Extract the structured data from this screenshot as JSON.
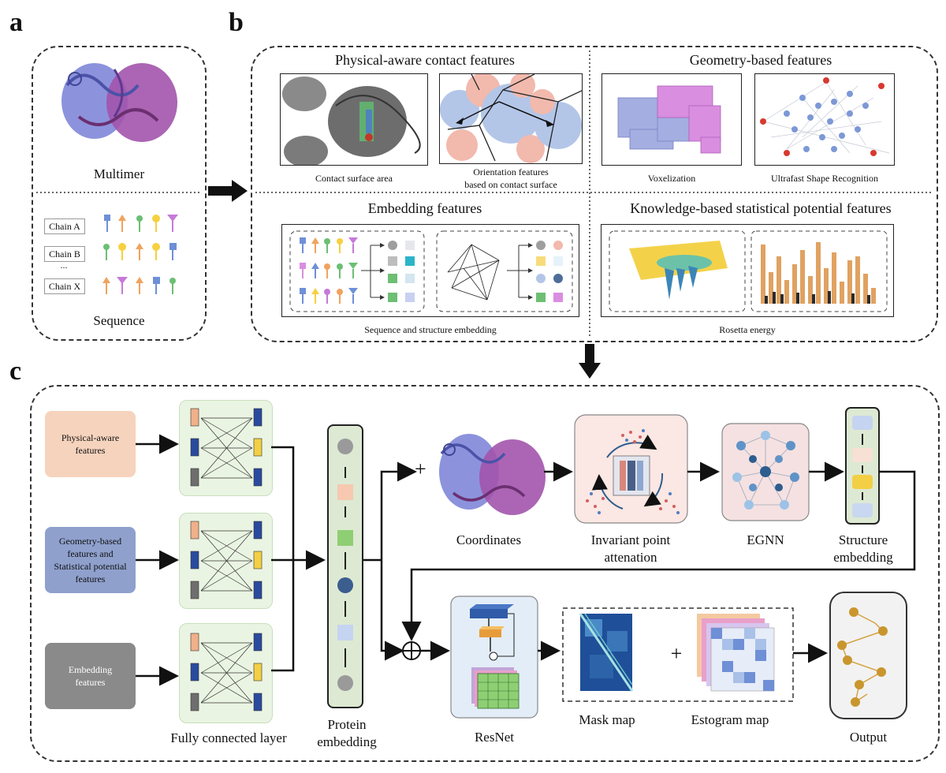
{
  "panels": {
    "a": "a",
    "b": "b",
    "c": "c"
  },
  "panel_a": {
    "multimer_label": "Multimer",
    "sequence_label": "Sequence",
    "chains": [
      "Chain A",
      "Chain B",
      "...",
      "Chain X"
    ]
  },
  "panel_b": {
    "physical": {
      "title": "Physical-aware contact features",
      "caption_1": "Contact surface area",
      "caption_2": "Orientation features\nbased on contact surface"
    },
    "geometry": {
      "title": "Geometry-based features",
      "caption_1": "Voxelization",
      "caption_2": "Ultrafast Shape Recognition"
    },
    "embedding": {
      "title": "Embedding features",
      "caption": "Sequence and structure embedding"
    },
    "knowledge": {
      "title": "Knowledge-based statistical potential features",
      "caption": "Rosetta energy"
    }
  },
  "panel_c": {
    "inputs": {
      "physical": "Physical-aware\nfeatures",
      "geometry": "Geometry-based\nfeatures and\nStatistical potential\nfeatures",
      "embedding": "Embedding\nfeatures"
    },
    "fc_label": "Fully connected layer",
    "protein_embedding_label": "Protein\nembedding",
    "coordinates_label": "Coordinates",
    "ipa_label": "Invariant point\nattenation",
    "egnn_label": "EGNN",
    "structure_embedding_label": "Structure\nembedding",
    "resnet_label": "ResNet",
    "mask_map_label": "Mask map",
    "estogram_label": "Estogram map",
    "output_label": "Output",
    "plus_sign": "+"
  },
  "colors": {
    "physical": "#f6d3bd",
    "geometry": "#8fa0cd",
    "embedding": "#8a8a8a",
    "fc_bg": "#eaf4e2",
    "blue_protein": "#7b83d6",
    "purple_protein": "#b25ab4"
  }
}
